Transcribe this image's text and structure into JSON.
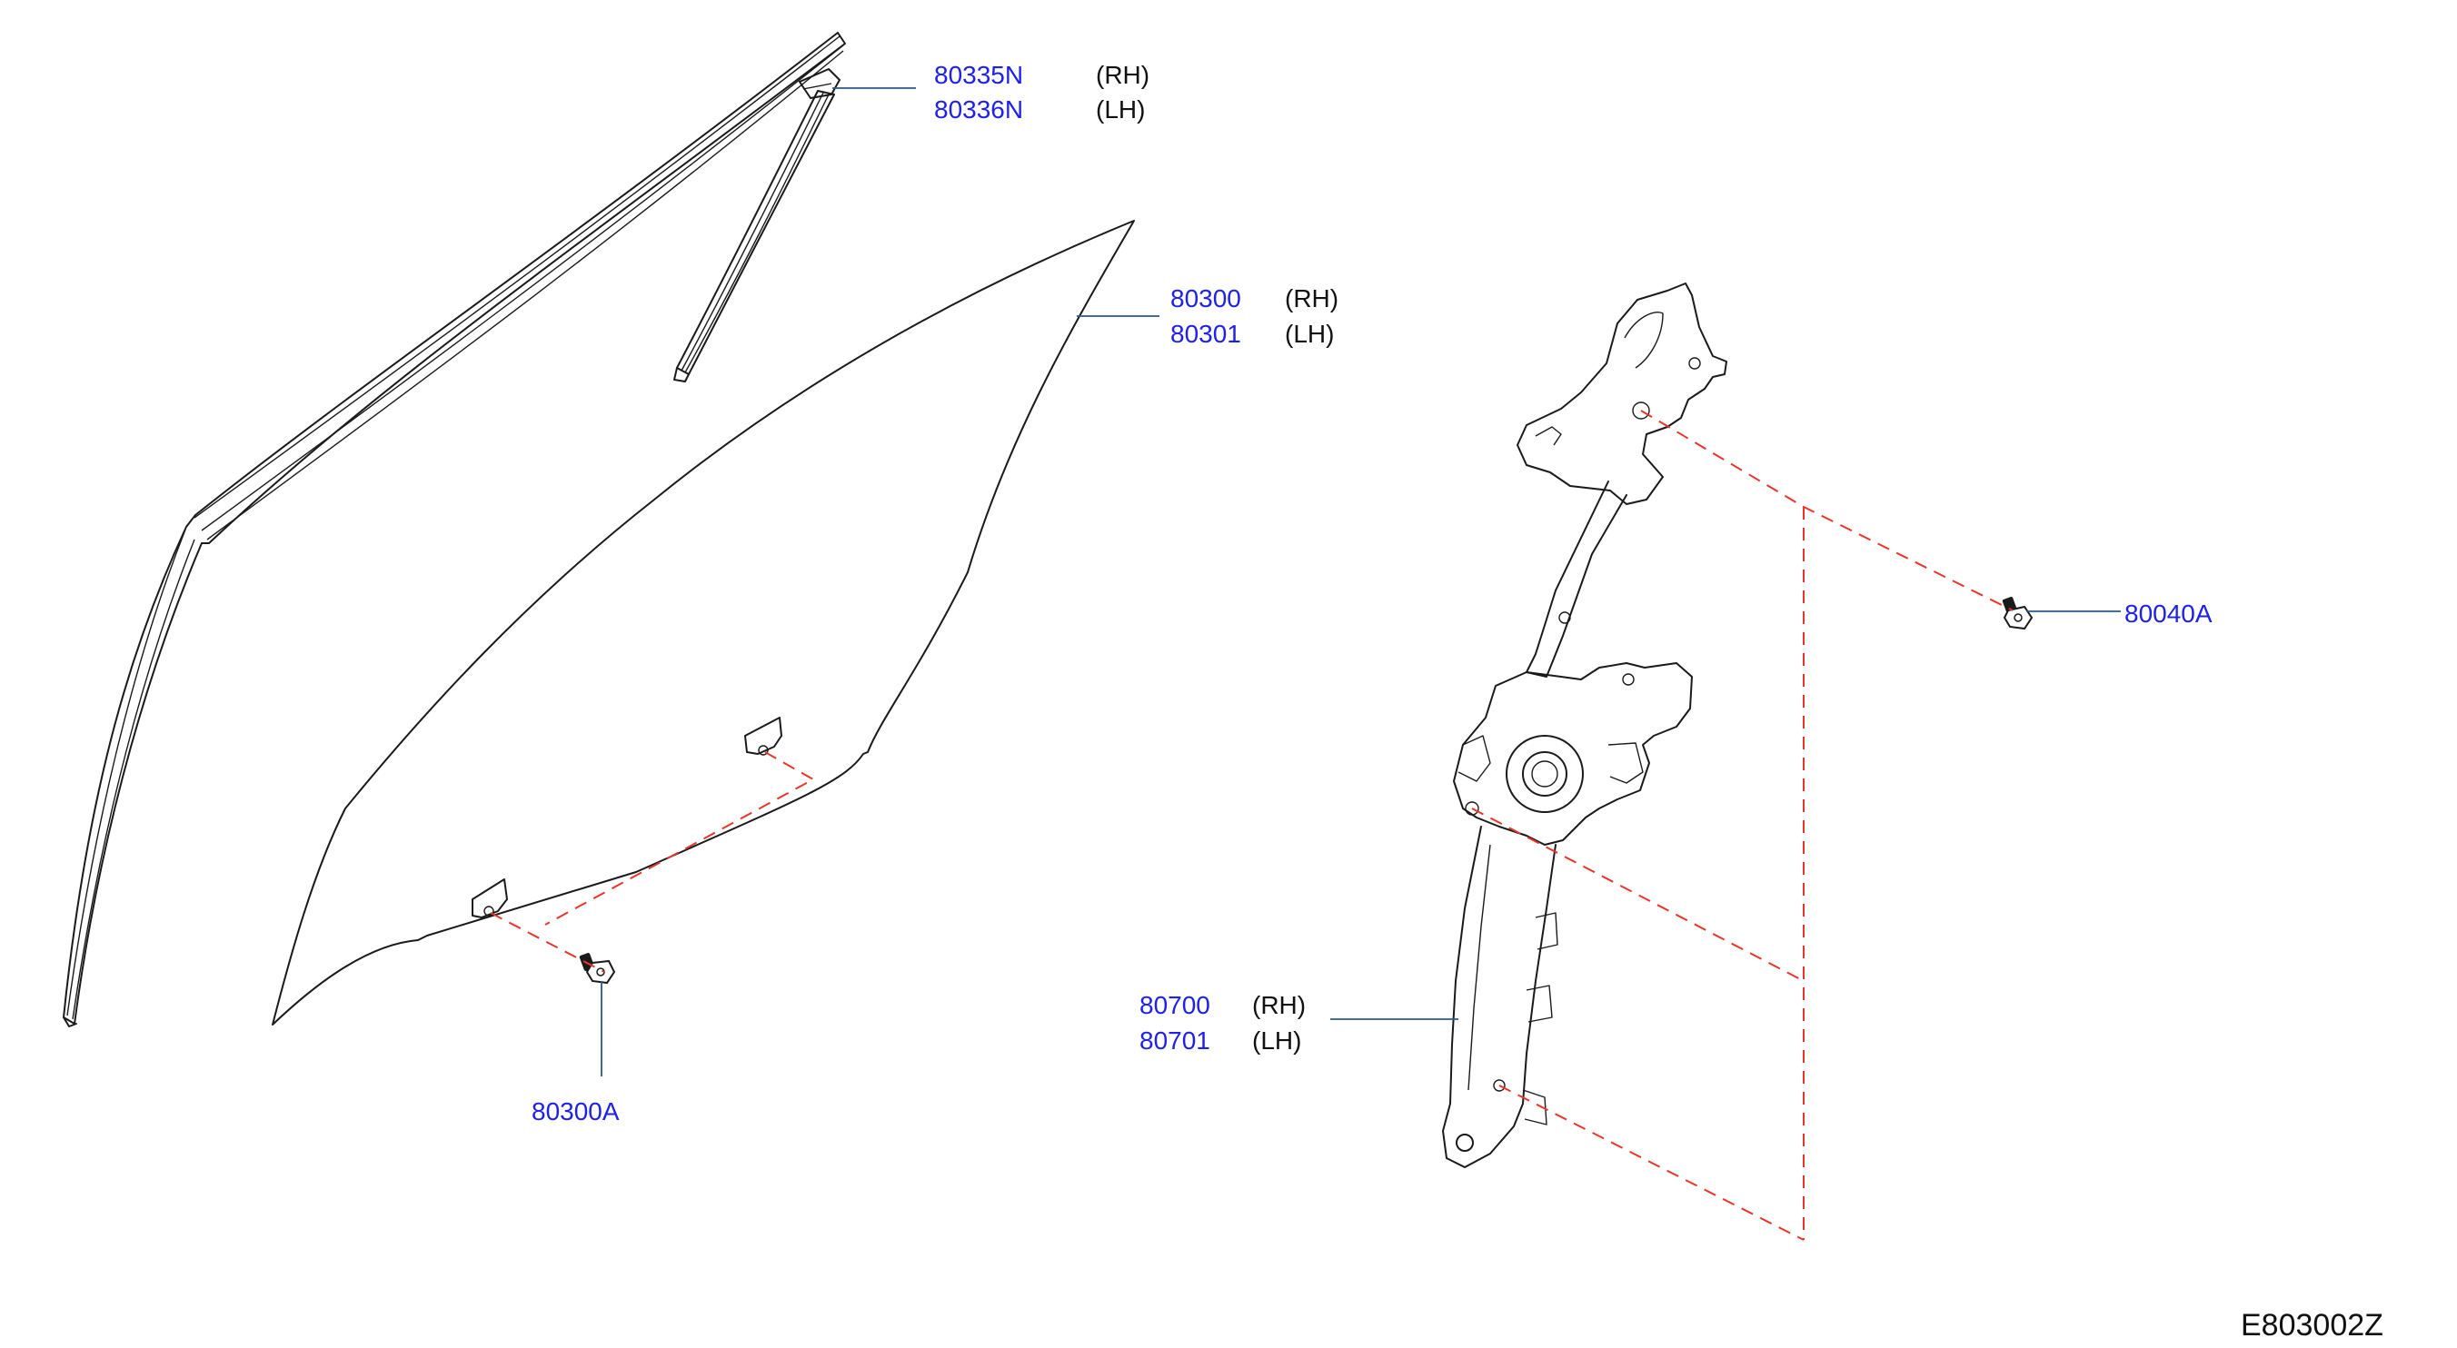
{
  "callouts": {
    "molding": {
      "rh_no": "80335N",
      "rh_side": "(RH)",
      "lh_no": "80336N",
      "lh_side": "(LH)"
    },
    "glass": {
      "rh_no": "80300",
      "rh_side": "(RH)",
      "lh_no": "80301",
      "lh_side": "(LH)"
    },
    "glass_bolt": {
      "no": "80300A"
    },
    "regulator_bolt": {
      "no": "80040A"
    },
    "regulator": {
      "rh_no": "80700",
      "rh_side": "(RH)",
      "lh_no": "80701",
      "lh_side": "(LH)"
    }
  },
  "figure_code": "E803002Z",
  "colors": {
    "part_number": "#1f22e6",
    "dashed_line": "#e8352b",
    "leader": "#2a5a8a",
    "line": "#1a1a1a"
  }
}
